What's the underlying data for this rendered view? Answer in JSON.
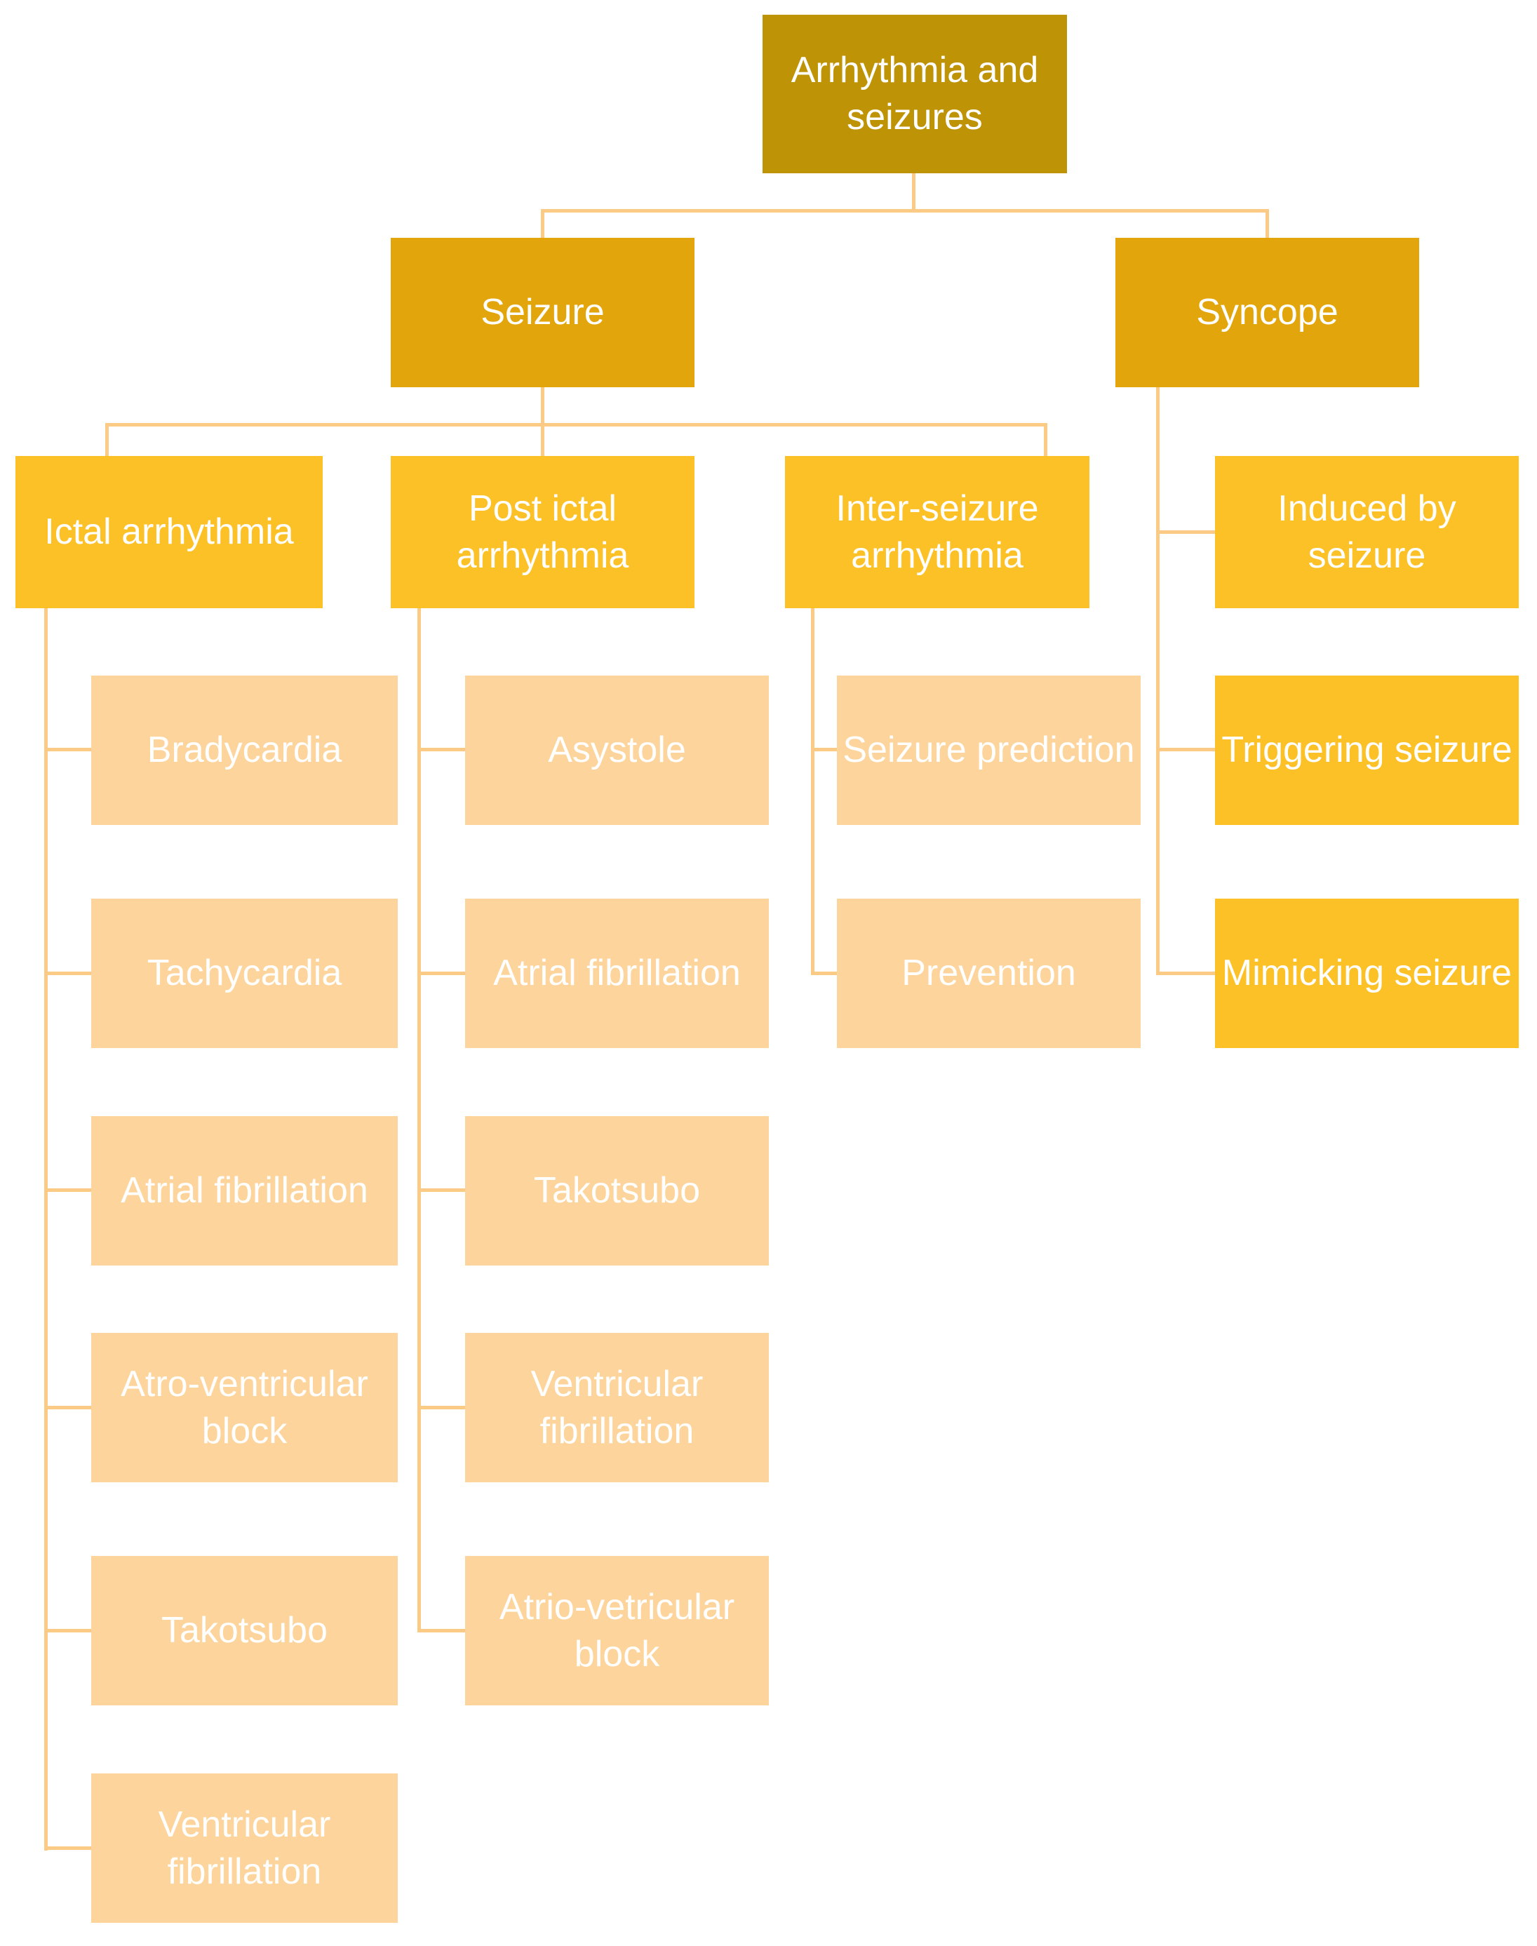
{
  "figure": {
    "type": "hierarchy-diagram",
    "title": "Arrhythmia and seizures",
    "colors": {
      "root_box": "#BE9305",
      "level2_box": "#E2A60C",
      "level3_box": "#FDC128",
      "leaf_box": "#FDD49B",
      "connector": "#FBCA85",
      "text": "#FFFFFF"
    },
    "nodes": {
      "root": "Arrhythmia and seizures",
      "seizure": "Seizure",
      "syncope": "Syncope",
      "ictal": "Ictal arrhythmia",
      "post_ictal": "Post ictal arrhythmia",
      "inter_seizure": "Inter-seizure arrhythmia",
      "induced": "Induced by seizure",
      "triggering": "Triggering seizure",
      "mimicking": "Mimicking seizure",
      "ictal_children": [
        "Bradycardia",
        "Tachycardia",
        "Atrial fibrillation",
        "Atro-ventricular block",
        "Takotsubo",
        "Ventricular fibrillation"
      ],
      "post_ictal_children": [
        "Asystole",
        "Atrial fibrillation",
        "Takotsubo",
        "Ventricular fibrillation",
        "Atrio-vetricular block"
      ],
      "inter_seizure_children": [
        "Seizure prediction",
        "Prevention"
      ]
    },
    "edges": [
      {
        "from": "Arrhythmia and seizures",
        "to": "Seizure"
      },
      {
        "from": "Arrhythmia and seizures",
        "to": "Syncope"
      },
      {
        "from": "Seizure",
        "to": "Ictal arrhythmia"
      },
      {
        "from": "Seizure",
        "to": "Post ictal arrhythmia"
      },
      {
        "from": "Seizure",
        "to": "Inter-seizure arrhythmia"
      },
      {
        "from": "Syncope",
        "to": "Induced by seizure"
      },
      {
        "from": "Syncope",
        "to": "Triggering seizure"
      },
      {
        "from": "Syncope",
        "to": "Mimicking seizure"
      },
      {
        "from": "Ictal arrhythmia",
        "to": "Bradycardia"
      },
      {
        "from": "Ictal arrhythmia",
        "to": "Tachycardia"
      },
      {
        "from": "Ictal arrhythmia",
        "to": "Atrial fibrillation"
      },
      {
        "from": "Ictal arrhythmia",
        "to": "Atro-ventricular block"
      },
      {
        "from": "Ictal arrhythmia",
        "to": "Takotsubo"
      },
      {
        "from": "Ictal arrhythmia",
        "to": "Ventricular fibrillation"
      },
      {
        "from": "Post ictal arrhythmia",
        "to": "Asystole"
      },
      {
        "from": "Post ictal arrhythmia",
        "to": "Atrial fibrillation"
      },
      {
        "from": "Post ictal arrhythmia",
        "to": "Takotsubo"
      },
      {
        "from": "Post ictal arrhythmia",
        "to": "Ventricular fibrillation"
      },
      {
        "from": "Post ictal arrhythmia",
        "to": "Atrio-vetricular block"
      },
      {
        "from": "Inter-seizure arrhythmia",
        "to": "Seizure prediction"
      },
      {
        "from": "Inter-seizure arrhythmia",
        "to": "Prevention"
      }
    ]
  }
}
